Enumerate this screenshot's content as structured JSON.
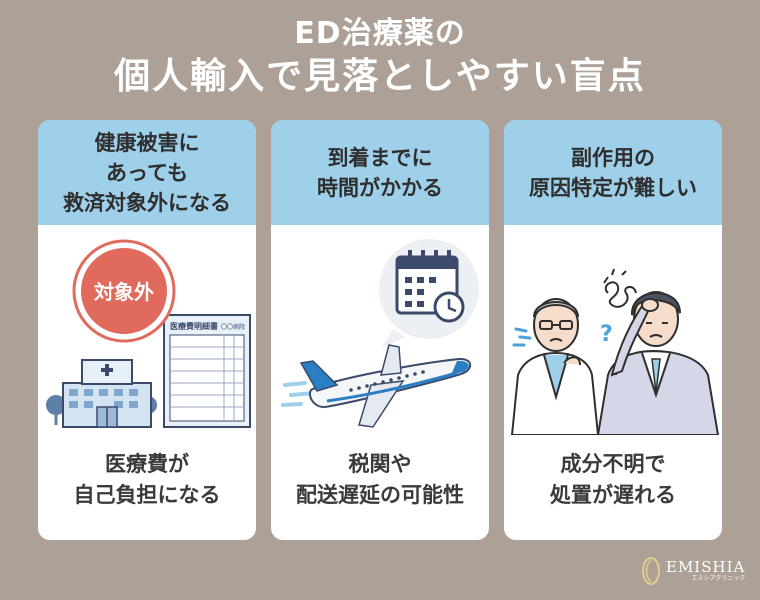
{
  "title": {
    "line1": "ED治療薬の",
    "line2": "個人輸入で見落としやすい盲点"
  },
  "cards": [
    {
      "head": [
        "健康被害に",
        "あっても",
        "救済対象外になる"
      ],
      "stamp": "対象外",
      "doc_title": "医療費明細書",
      "doc_tag": "〇〇病院",
      "foot": [
        "医療費が",
        "自己負担になる"
      ]
    },
    {
      "head": [
        "到着までに",
        "時間がかかる"
      ],
      "foot": [
        "税関や",
        "配送遅延の可能性"
      ]
    },
    {
      "head": [
        "副作用の",
        "原因特定が難しい"
      ],
      "foot": [
        "成分不明で",
        "処置が遅れる"
      ]
    }
  ],
  "logo": {
    "name": "EMISHIA",
    "sub": "エミシアクリニック"
  },
  "colors": {
    "background": "#ada197",
    "card_header": "#9fd0e9",
    "stamp": "#e06a5c",
    "plane_accent": "#2a7fc4"
  }
}
